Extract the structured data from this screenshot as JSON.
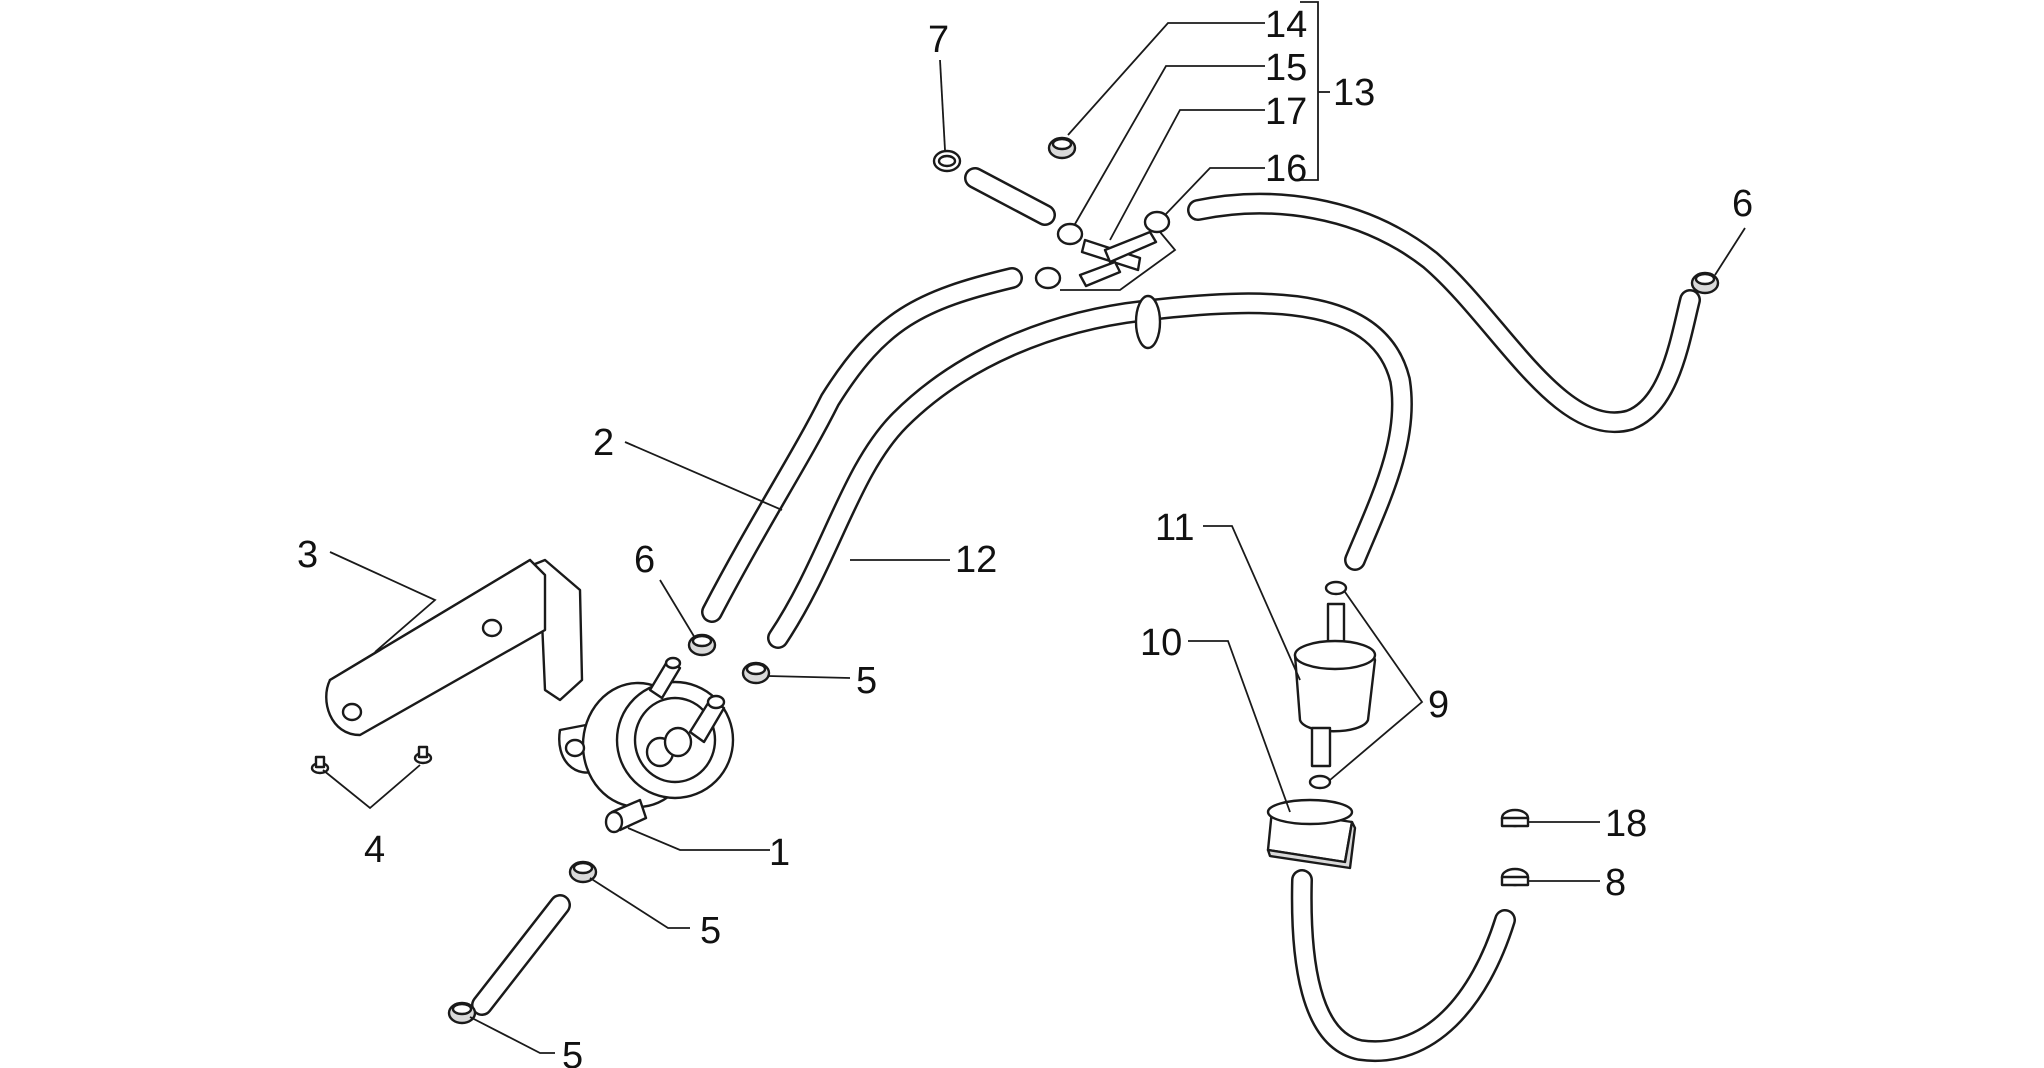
{
  "callouts": [
    {
      "id": "c1",
      "text": "1"
    },
    {
      "id": "c2",
      "text": "2"
    },
    {
      "id": "c3",
      "text": "3"
    },
    {
      "id": "c4",
      "text": "4"
    },
    {
      "id": "c5a",
      "text": "5"
    },
    {
      "id": "c5b",
      "text": "5"
    },
    {
      "id": "c5c",
      "text": "5"
    },
    {
      "id": "c6a",
      "text": "6"
    },
    {
      "id": "c6b",
      "text": "6"
    },
    {
      "id": "c7",
      "text": "7"
    },
    {
      "id": "c8",
      "text": "8"
    },
    {
      "id": "c9",
      "text": "9"
    },
    {
      "id": "c10",
      "text": "10"
    },
    {
      "id": "c11",
      "text": "11"
    },
    {
      "id": "c12",
      "text": "12"
    },
    {
      "id": "c13",
      "text": "13"
    },
    {
      "id": "c14",
      "text": "14"
    },
    {
      "id": "c15",
      "text": "15"
    },
    {
      "id": "c16",
      "text": "16"
    },
    {
      "id": "c17",
      "text": "17"
    },
    {
      "id": "c18",
      "text": "18"
    }
  ],
  "icons": [
    "fuel-pump-icon",
    "hose-icon",
    "clamp-icon",
    "fuel-filter-icon",
    "bracket-icon",
    "screw-icon",
    "t-fitting-icon"
  ]
}
